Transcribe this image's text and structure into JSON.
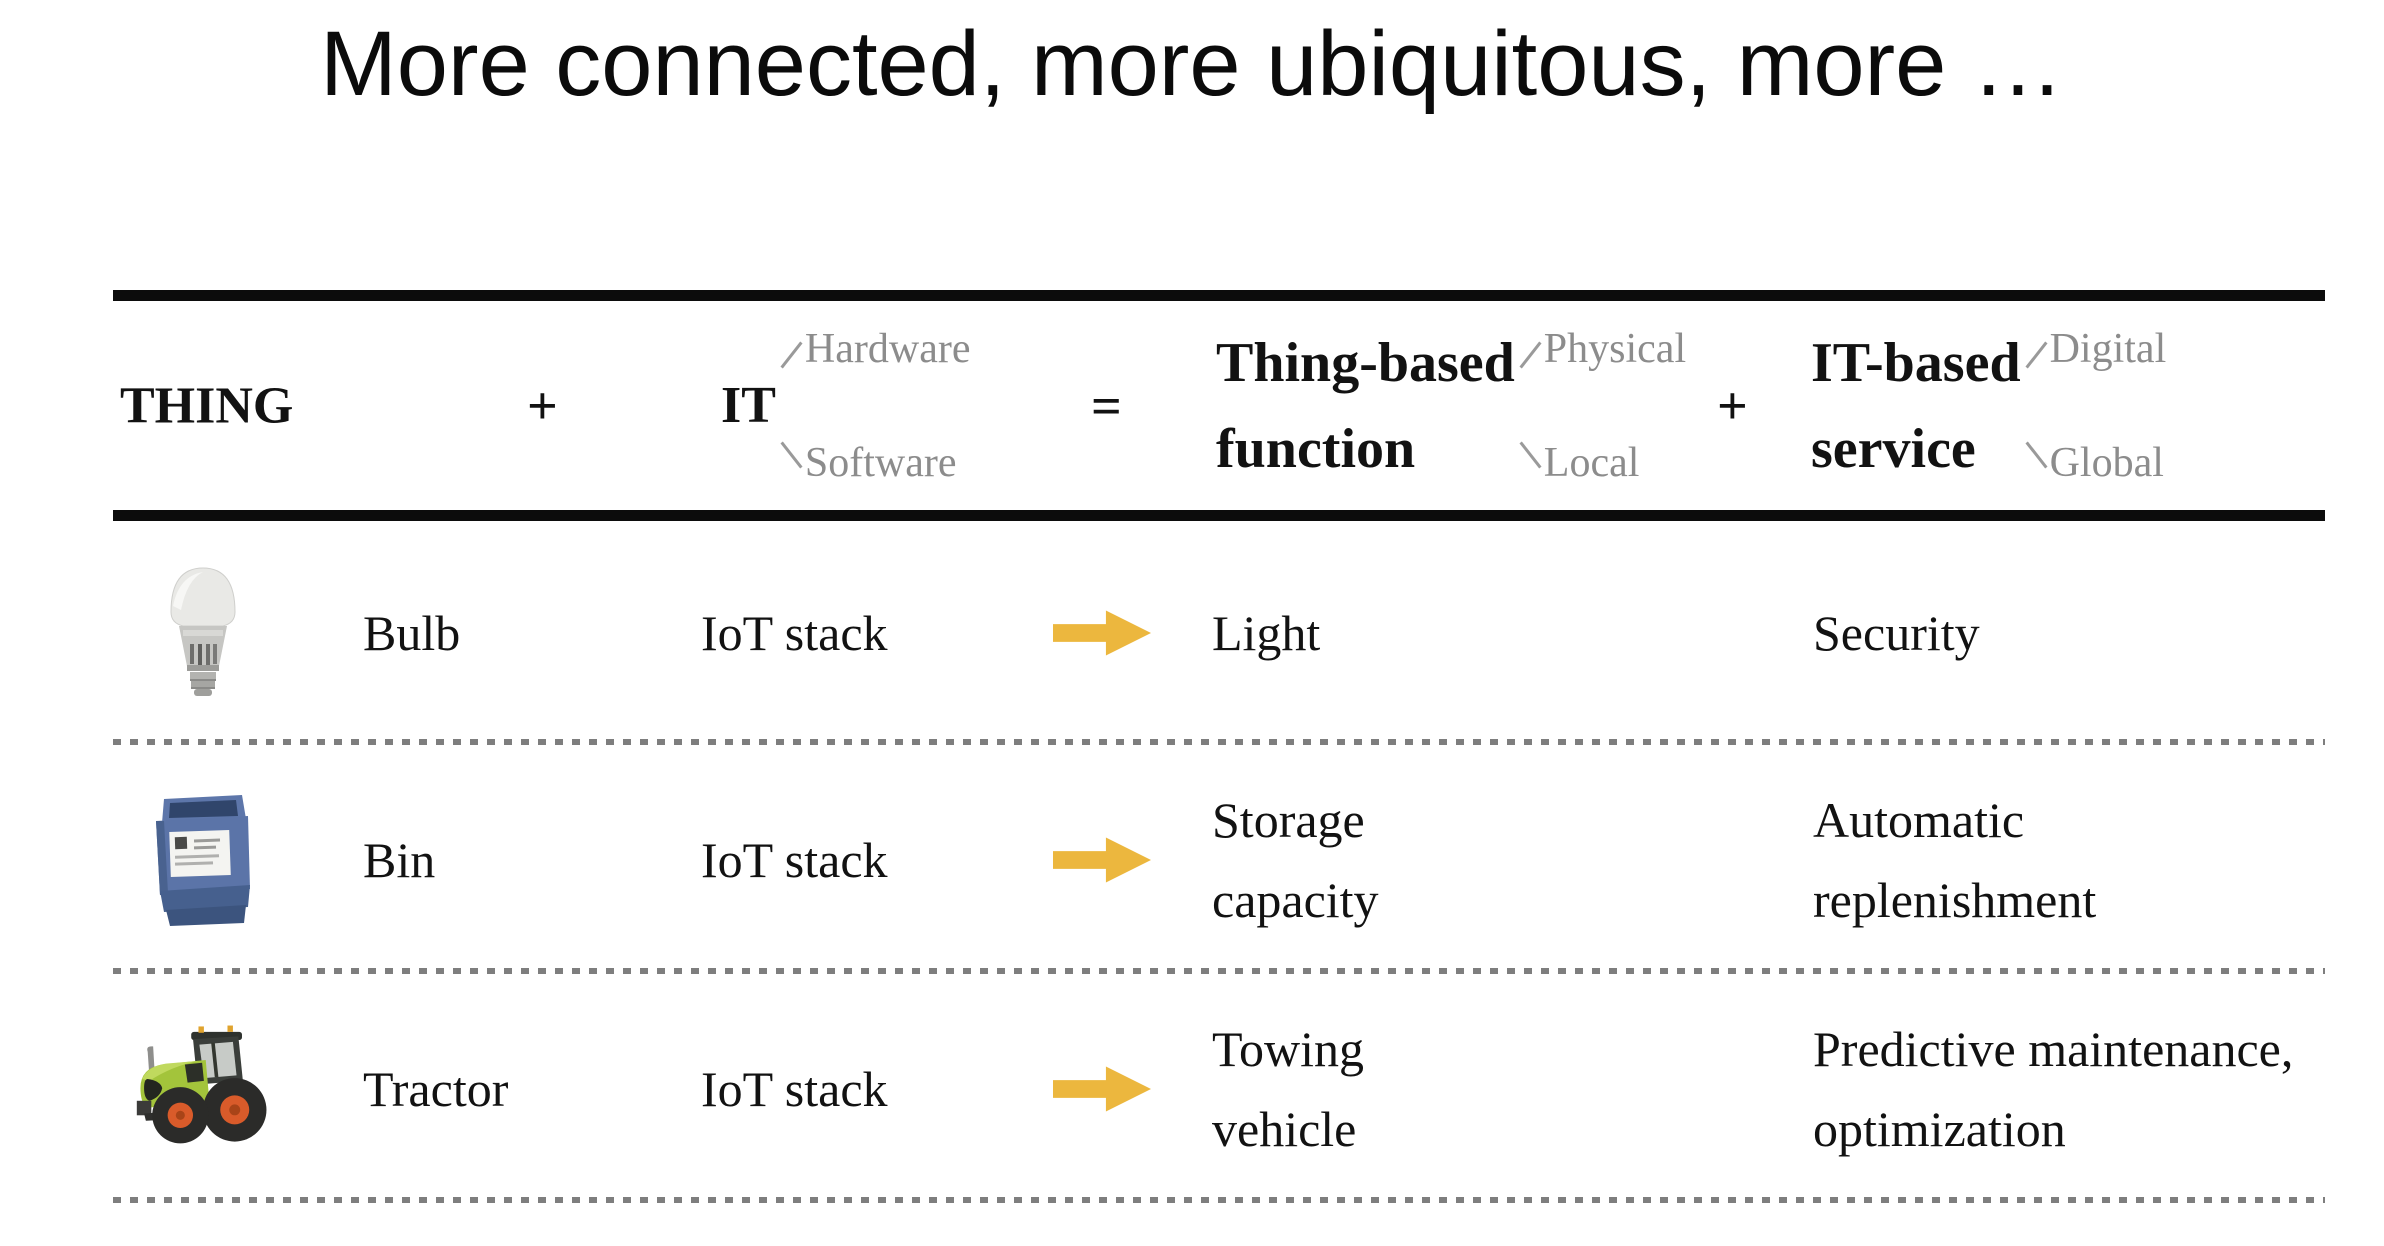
{
  "title": "More connected, more ubiquitous, more …",
  "table": {
    "header": {
      "thing": "THING",
      "plus1": "+",
      "it": {
        "label": "IT",
        "top": "Hardware",
        "bottom": "Software"
      },
      "equals": "=",
      "function": {
        "lines": [
          "Thing-based",
          "function"
        ],
        "top": "Physical",
        "bottom": "Local"
      },
      "plus2": "+",
      "service": {
        "lines": [
          "IT-based",
          "service"
        ],
        "top": "Digital",
        "bottom": "Global"
      }
    },
    "rows": [
      {
        "icon": "bulb-photo",
        "thing": "Bulb",
        "it": "IoT stack",
        "arrow": "right-arrow",
        "function_lines": [
          "Light"
        ],
        "service_lines": [
          "Security"
        ]
      },
      {
        "icon": "bin-photo",
        "thing": "Bin",
        "it": "IoT stack",
        "arrow": "right-arrow",
        "function_lines": [
          "Storage",
          "capacity"
        ],
        "service_lines": [
          "Automatic",
          "replenishment"
        ]
      },
      {
        "icon": "tractor-photo",
        "thing": "Tractor",
        "it": "IoT stack",
        "arrow": "right-arrow",
        "function_lines": [
          "Towing",
          "vehicle"
        ],
        "service_lines": [
          "Predictive maintenance,",
          "optimization"
        ]
      }
    ]
  },
  "colors": {
    "arrow": "#ECB73E",
    "rule": "#0C0C0C",
    "gray_label": "#8C8C8C",
    "dotted_line": "#7E7E7E",
    "bin_blue": "#5B74A8",
    "tractor_green": "#A3C43B",
    "wheel_hub_orange": "#D95B2A"
  }
}
